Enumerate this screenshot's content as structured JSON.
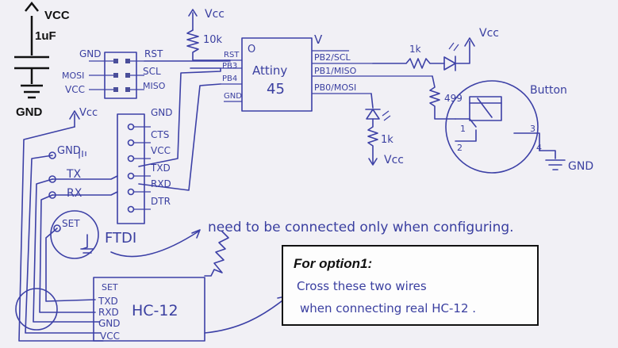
{
  "labels": {
    "vcc_top": "VCC",
    "cap": "1uF",
    "gnd_left": "GND",
    "vcc_rst": "Vcc",
    "res_10k": "10k",
    "isp_gnd": "GND",
    "isp_mosi": "MOSI",
    "isp_vcc": "VCC",
    "isp_rst": "RST",
    "isp_scl": "SCL",
    "isp_miso": "MISO",
    "at_pin_rst": "RST",
    "at_pin_pb3": "PB3",
    "at_pin_pb4": "PB4",
    "at_pin_gnd": "GND",
    "at_pin_v": "V",
    "at_pin_pb2": "PB2/SCL",
    "at_pin_pb1": "PB1/MISO",
    "at_pin_pb0": "PB0/MOSI",
    "at_o": "O",
    "chip_name": "Attiny",
    "chip_num": "45",
    "res_1k_top": "1k",
    "vcc_led": "Vcc",
    "res_499": "499",
    "button": "Button",
    "btn_1": "1",
    "btn_2": "2",
    "btn_3": "3",
    "btn_4": "4",
    "gnd_btn": "GND",
    "res_1k_mid": "1k",
    "vcc_mid": "Vcc",
    "hc_vcc": "Vcc",
    "hc_gnd": "GND",
    "hc_tx": "TX",
    "hc_rx": "RX",
    "hc_set": "SET",
    "ftdi_gnd": "GND",
    "ftdi_cts": "CTS",
    "ftdi_vcc": "VCC",
    "ftdi_txd": "TXD",
    "ftdi_rxd": "RXD",
    "ftdi_dtr": "DTR",
    "ftdi": "FTDI",
    "note": "need to be connected only when configuring.",
    "hc12_set": "SET",
    "hc12_txd": "TXD",
    "hc12_rxd": "RXD",
    "hc12_gnd": "GND",
    "hc12_vcc": "VCC",
    "hc12_name": "HC-12"
  },
  "option_box": {
    "title": "For option1:",
    "line1": "Cross these two wires",
    "line2": "when connecting real HC-12 ."
  }
}
